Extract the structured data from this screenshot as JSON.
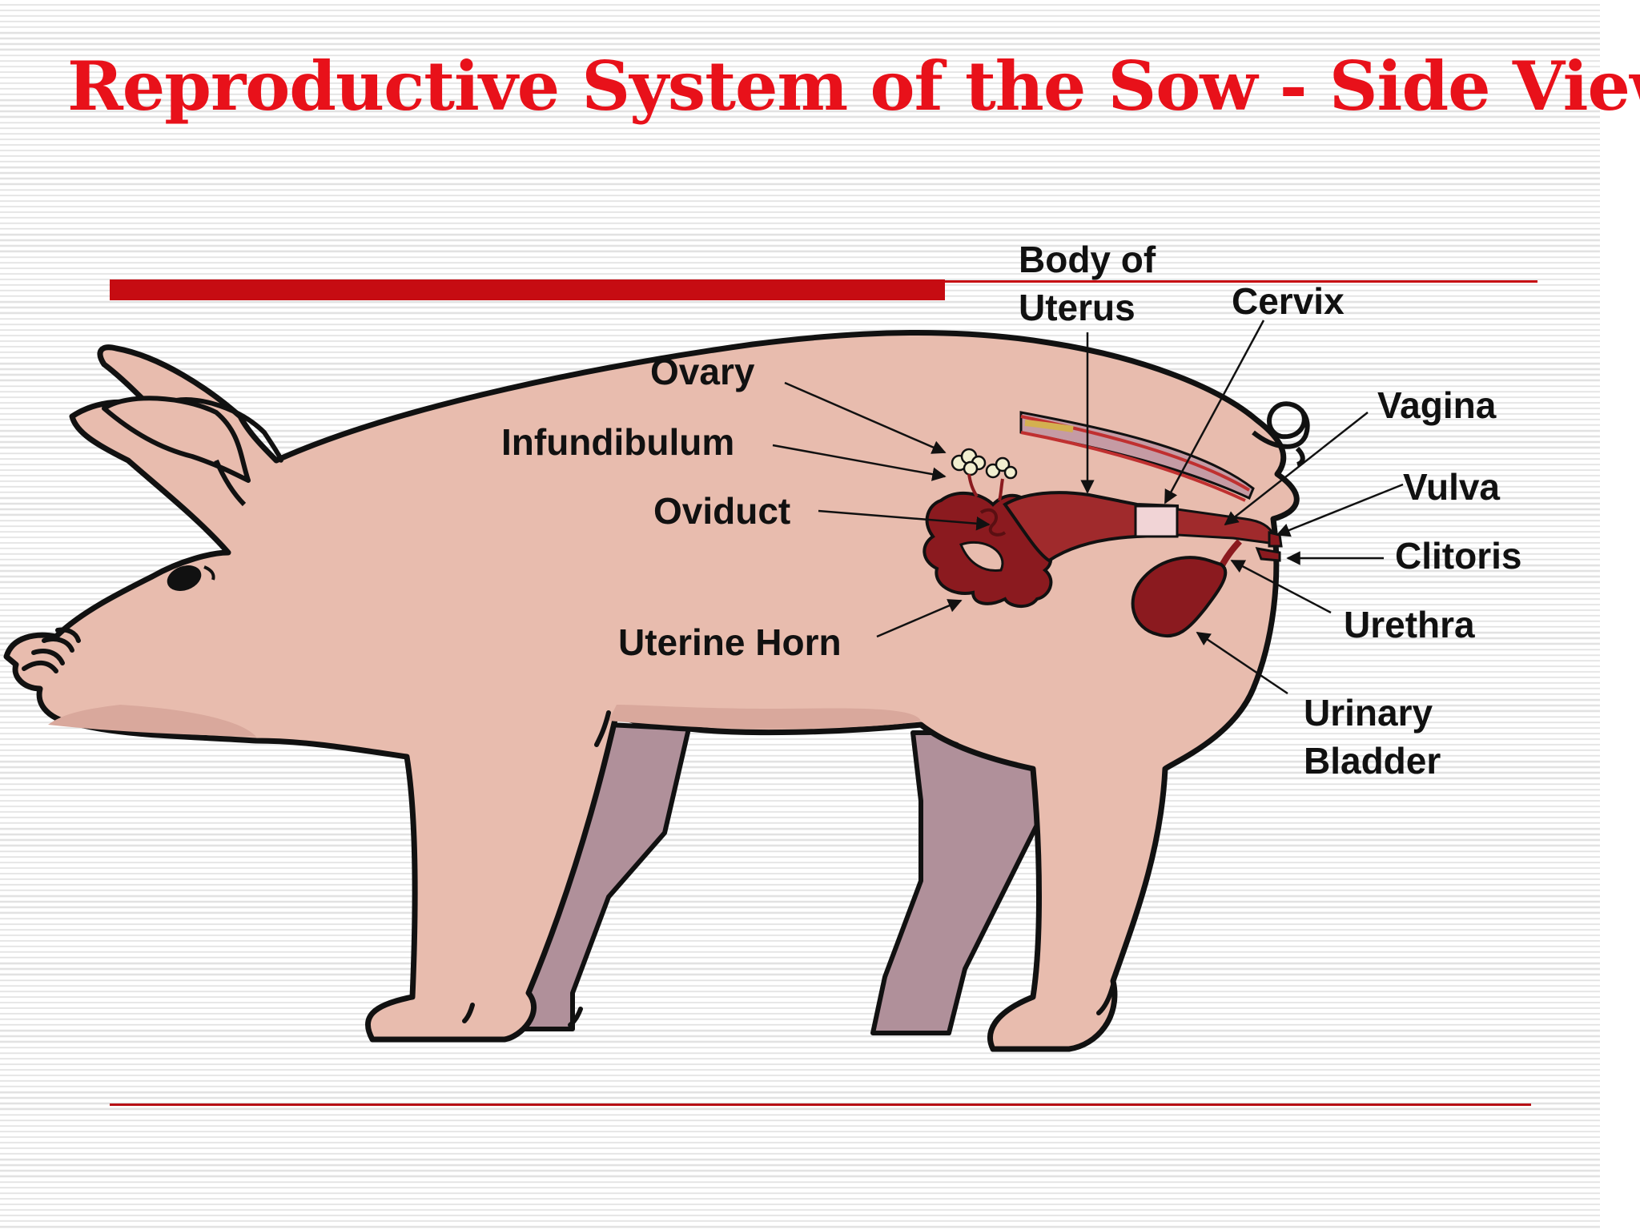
{
  "title": "Reproductive System of the Sow - Side View",
  "labels": {
    "body_of_uterus": [
      "Body of",
      "Uterus"
    ],
    "cervix": "Cervix",
    "ovary": "Ovary",
    "infundibulum": "Infundibulum",
    "oviduct": "Oviduct",
    "uterine_horn": "Uterine Horn",
    "vagina": "Vagina",
    "vulva": "Vulva",
    "clitoris": "Clitoris",
    "urethra": "Urethra",
    "urinary_bladder": [
      "Urinary",
      "Bladder"
    ]
  },
  "colors": {
    "title": "#e8111a",
    "accent_bar": "#c60c12",
    "pig_skin": "#e8bcae",
    "pig_shadow": "#b0909a",
    "organ": "#8b1a1f",
    "outline": "#111111"
  }
}
